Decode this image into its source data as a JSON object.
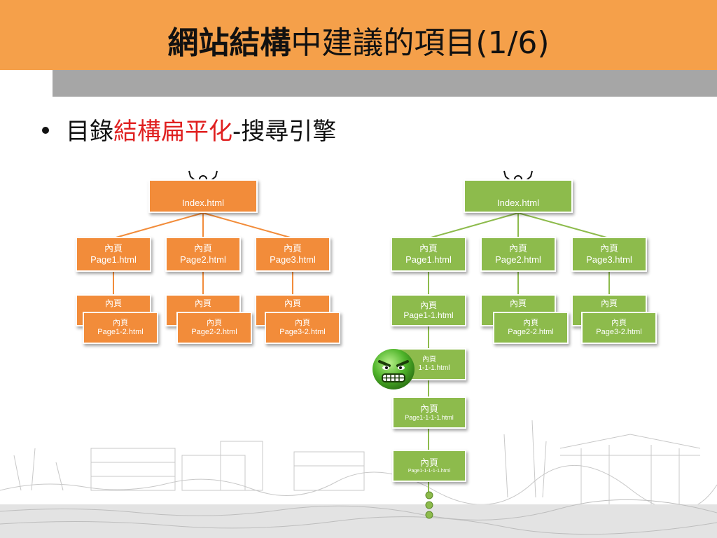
{
  "slide": {
    "title_bold": "網站結構",
    "title_rest": "中建議的項目(1/6)",
    "bullet_prefix": "目錄",
    "bullet_red": "結構扁平化",
    "bullet_suffix": "-搜尋引擎"
  },
  "colors": {
    "header": "#F5A04A",
    "shadow": "#A6A6A6",
    "orange_node": "#F28C3A",
    "green_node": "#8DBB4C",
    "highlight_red": "#E02020"
  },
  "left_tree": {
    "root": "Index.html",
    "pages": [
      {
        "label": "內頁",
        "file": "Page1.html"
      },
      {
        "label": "內頁",
        "file": "Page2.html"
      },
      {
        "label": "內頁",
        "file": "Page3.html"
      }
    ],
    "back_labels": [
      "內頁",
      "內頁",
      "內頁"
    ],
    "subs": [
      {
        "label": "內頁",
        "file": "Page1-2.html"
      },
      {
        "label": "內頁",
        "file": "Page2-2.html"
      },
      {
        "label": "內頁",
        "file": "Page3-2.html"
      }
    ]
  },
  "right_tree": {
    "root": "Index.html",
    "pages": [
      {
        "label": "內頁",
        "file": "Page1.html"
      },
      {
        "label": "內頁",
        "file": "Page2.html"
      },
      {
        "label": "內頁",
        "file": "Page3.html"
      }
    ],
    "sub1": {
      "label": "內頁",
      "file": "Page1-1.html"
    },
    "back_labels": [
      "內頁",
      "內頁"
    ],
    "subs": [
      {
        "label": "內頁",
        "file": "Page2-2.html"
      },
      {
        "label": "內頁",
        "file": "Page3-2.html"
      }
    ],
    "deep1": {
      "label": "內頁",
      "file": "1-1-1.html"
    },
    "deep2": {
      "label": "內頁",
      "file": "Page1-1-1-1.html"
    },
    "deep3": {
      "label": "內頁",
      "file": "Page1-1-1-1-1.html"
    }
  },
  "icons": {
    "crawler": "spider-icon",
    "frustrated": "angry-face-icon",
    "more": "ellipsis-dots-icon"
  }
}
